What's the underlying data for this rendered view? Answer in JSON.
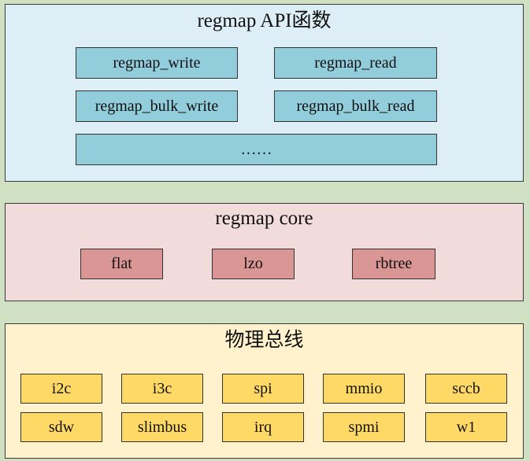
{
  "api_layer": {
    "title": "regmap API函数",
    "functions": [
      "regmap_write",
      "regmap_read",
      "regmap_bulk_write",
      "regmap_bulk_read",
      "……"
    ]
  },
  "core_layer": {
    "title": "regmap core",
    "caches": [
      "flat",
      "lzo",
      "rbtree"
    ]
  },
  "bus_layer": {
    "title": "物理总线",
    "buses": [
      "i2c",
      "i3c",
      "spi",
      "mmio",
      "sccb",
      "sdw",
      "slimbus",
      "irq",
      "spmi",
      "w1"
    ]
  },
  "colors": {
    "background": "#cfe0c3",
    "api_fill": "#deeef6",
    "api_box": "#92cddc",
    "core_fill": "#f2dcdb",
    "core_box": "#d99694",
    "bus_fill": "#fff2cc",
    "bus_box": "#ffd966"
  }
}
